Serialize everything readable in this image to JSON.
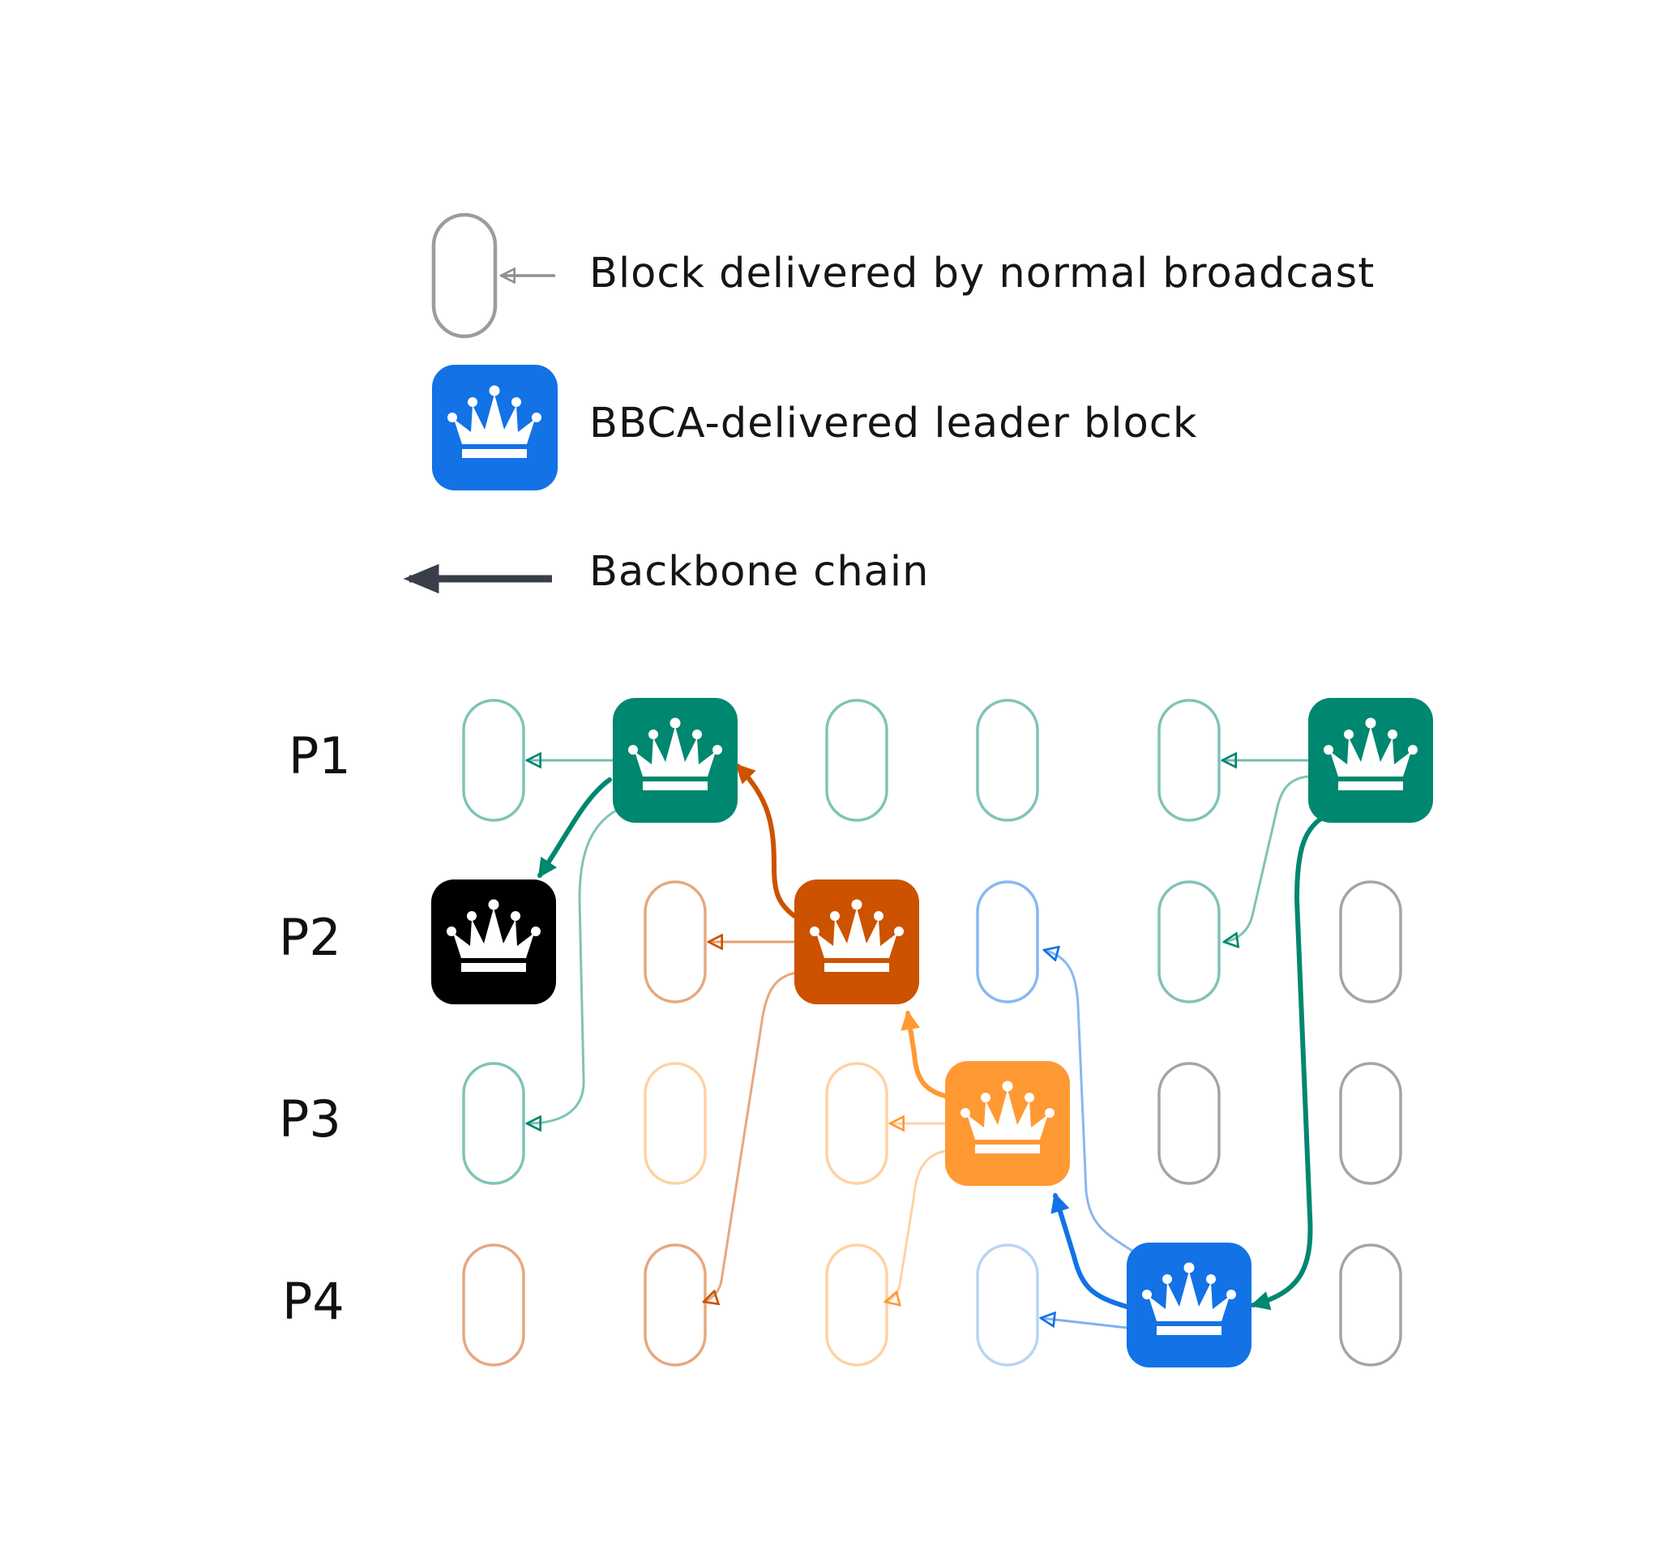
{
  "legend": {
    "normal_block_label": "Block delivered by normal broadcast",
    "leader_block_label": "BBCA-delivered leader block",
    "backbone_label": "Backbone chain"
  },
  "rows": [
    {
      "label": "P1"
    },
    {
      "label": "P2"
    },
    {
      "label": "P3"
    },
    {
      "label": "P4"
    }
  ],
  "icons": {
    "leader": "crown-icon"
  },
  "colors": {
    "teal": "#00876f",
    "dark_orange": "#cc5200",
    "orange": "#ff9933",
    "blue": "#1272e6",
    "black": "#000000",
    "gray": "#9a9a9a",
    "legend_arrow": "#3a3e49"
  }
}
